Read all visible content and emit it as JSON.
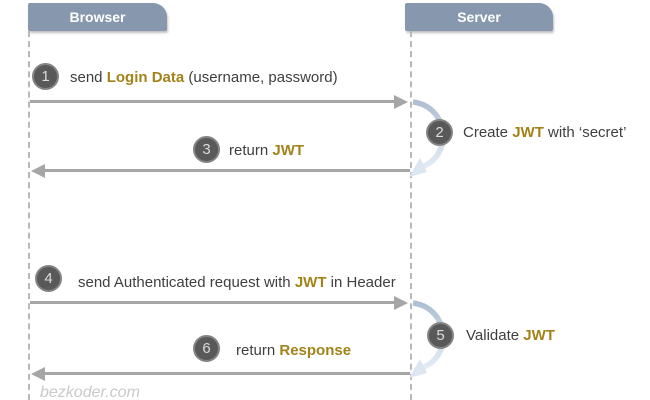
{
  "actors": [
    {
      "label": "Browser"
    },
    {
      "label": "Server"
    }
  ],
  "messages": {
    "m1": {
      "num": "1",
      "pre": "send ",
      "em": "Login Data",
      "post": " (username, password)"
    },
    "m2": {
      "num": "2",
      "pre": "Create ",
      "em": "JWT",
      "post": " with ‘secret’"
    },
    "m3": {
      "num": "3",
      "pre": "return ",
      "em": "JWT",
      "post": ""
    },
    "m4": {
      "num": "4",
      "pre": "send Authenticated request with ",
      "em": "JWT",
      "post": " in Header"
    },
    "m5": {
      "num": "5",
      "pre": "Validate ",
      "em": "JWT",
      "post": ""
    },
    "m6": {
      "num": "6",
      "pre": "return ",
      "em": "Response",
      "post": ""
    }
  },
  "watermark": "bezkoder.com",
  "colors": {
    "actor_box": "#8697ae",
    "arrow": "#a6a6a6",
    "step_circle": "#595959",
    "highlight": "#a3821a",
    "text": "#3f3f3f",
    "lifeline": "#b8b8b8",
    "self_arc": "#c4d3e2"
  }
}
